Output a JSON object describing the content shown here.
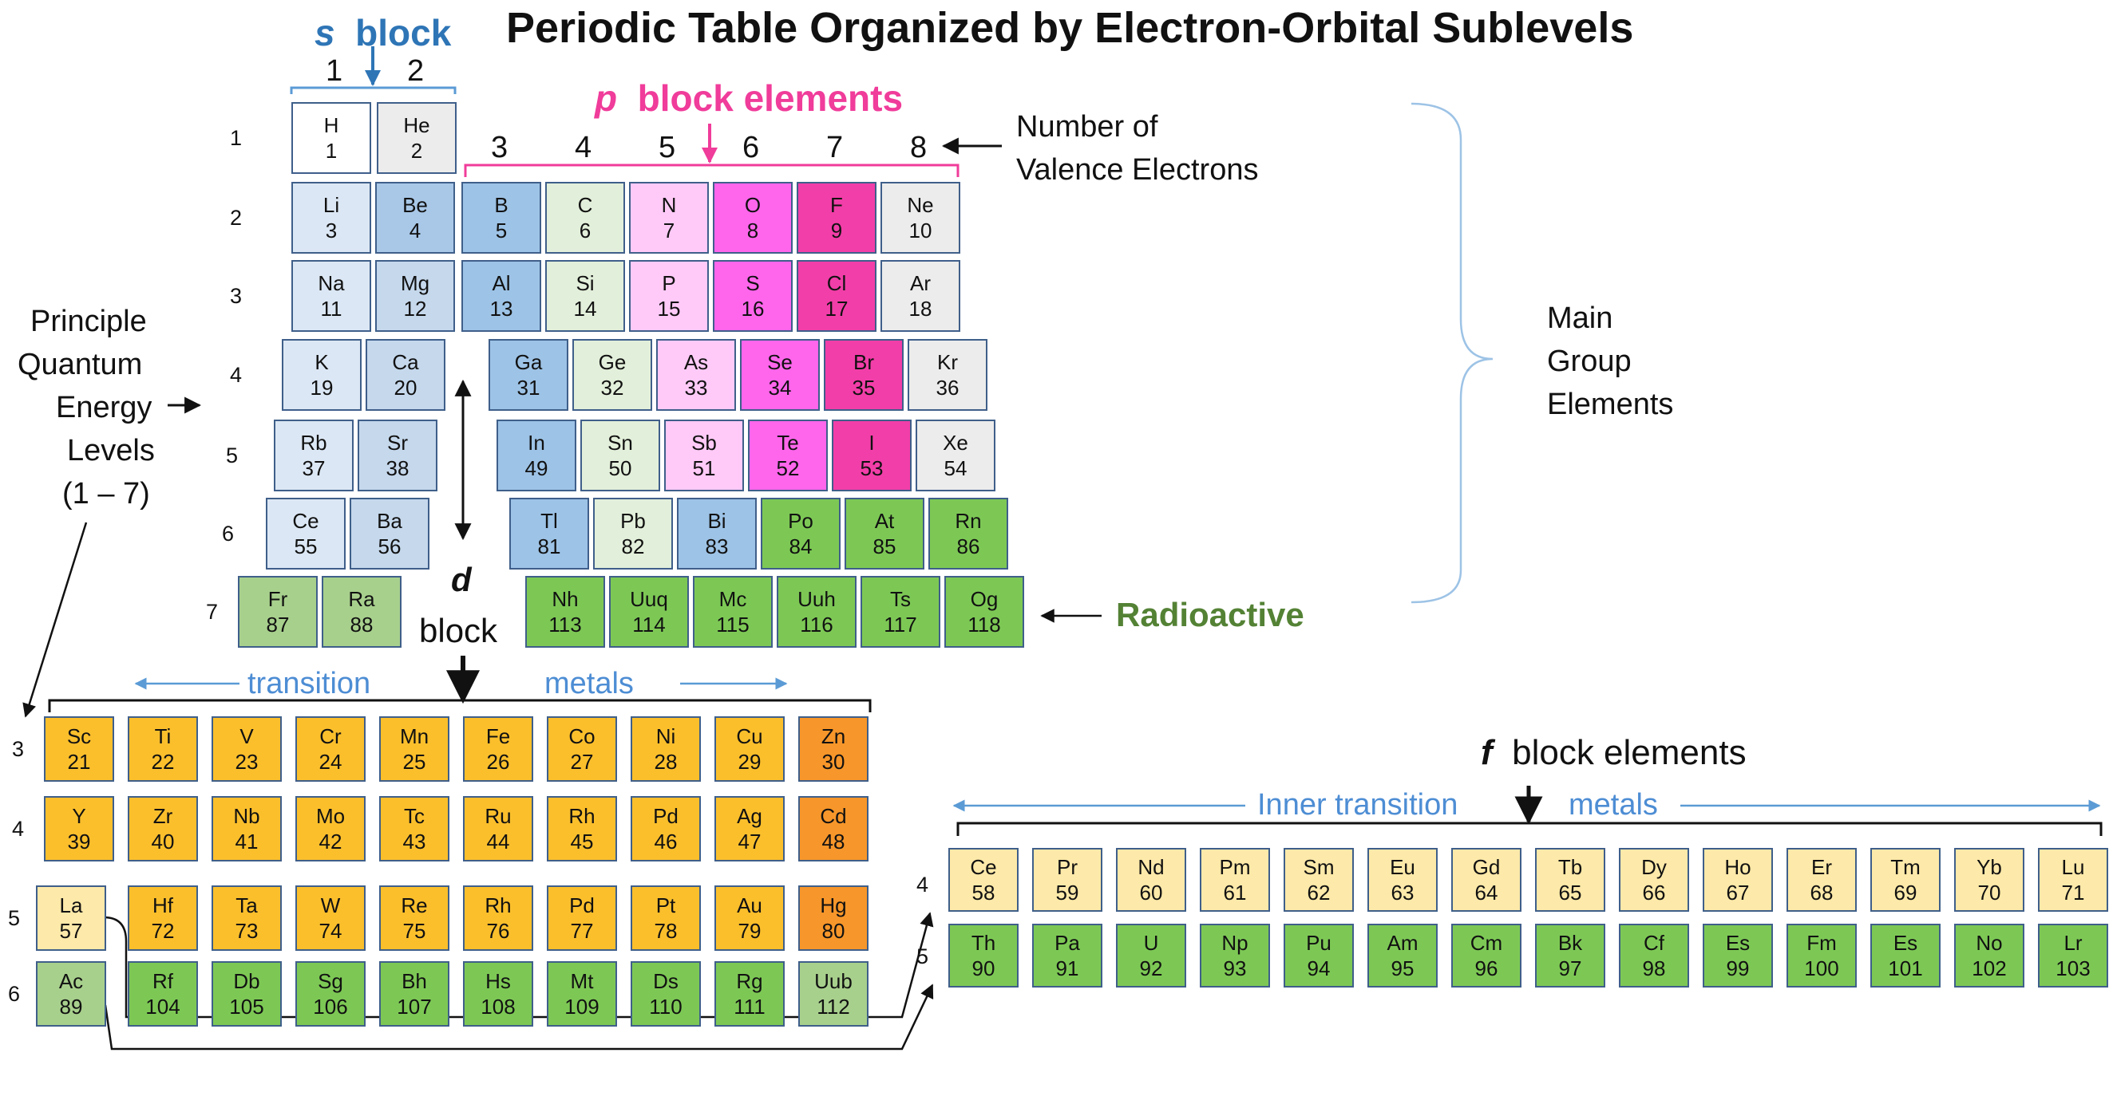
{
  "title": "Periodic Table Organized by Electron-Orbital Sublevels",
  "s_block": {
    "letter": "s",
    "word": "block",
    "group1": "1",
    "group2": "2"
  },
  "p_block": {
    "letter": "p",
    "word": "block elements",
    "groups": [
      "3",
      "4",
      "5",
      "6",
      "7",
      "8"
    ]
  },
  "d_block": {
    "letter": "d",
    "word": "block",
    "transition": "transition",
    "metals": "metals"
  },
  "f_block": {
    "letter": "f",
    "word": "block elements",
    "inner": "Inner transition",
    "metals": "metals"
  },
  "valence_label": [
    "Number of",
    "Valence Electrons"
  ],
  "main_group_label": [
    "Main",
    "Group",
    "Elements"
  ],
  "quantum_label": [
    "Principle",
    "Quantum",
    "Energy",
    "Levels",
    "(1 – 7)"
  ],
  "radioactive_label": "Radioactive",
  "main_rows": [
    "1",
    "2",
    "3",
    "4",
    "5",
    "6",
    "7"
  ],
  "d_rows": [
    "3",
    "4",
    "5",
    "6"
  ],
  "f_rows": [
    "4",
    "5"
  ],
  "colors": {
    "s": "#dbe7f4",
    "s_mid": "#c5d8ec",
    "p_blue": "#9dc3e6",
    "p_light_green": "#e2efda",
    "p_pink_light": "#ffcaf7",
    "p_pink": "#ff66ec",
    "p_magenta": "#f23ea8",
    "noble": "#ececec",
    "radio_green": "#7dc855",
    "soft_green": "#a8d08d",
    "d_orange": "#fbbf2c",
    "d_dark_orange": "#f7962a",
    "f_yellow": "#fde9a9",
    "white": "#ffffff",
    "title_s_blue": "#2e75b6",
    "p_pink_text": "#f03c9a",
    "radioactive_text": "#548235",
    "light_blue_text": "#5b9bd5"
  },
  "main_cells": [
    {
      "sym": "H",
      "num": "1",
      "color": "#ffffff"
    },
    {
      "sym": "He",
      "num": "2",
      "color": "#ececec"
    },
    {
      "sym": "Li",
      "num": "3",
      "color": "#dbe7f4"
    },
    {
      "sym": "Be",
      "num": "4",
      "color": "#a9c8e8"
    },
    {
      "sym": "B",
      "num": "5",
      "color": "#9dc3e6"
    },
    {
      "sym": "C",
      "num": "6",
      "color": "#e2efda"
    },
    {
      "sym": "N",
      "num": "7",
      "color": "#ffcaf7"
    },
    {
      "sym": "O",
      "num": "8",
      "color": "#ff66ec"
    },
    {
      "sym": "F",
      "num": "9",
      "color": "#f23ea8"
    },
    {
      "sym": "Ne",
      "num": "10",
      "color": "#ececec"
    },
    {
      "sym": "Na",
      "num": "11",
      "color": "#dbe7f4"
    },
    {
      "sym": "Mg",
      "num": "12",
      "color": "#c5d8ec"
    },
    {
      "sym": "Al",
      "num": "13",
      "color": "#9dc3e6"
    },
    {
      "sym": "Si",
      "num": "14",
      "color": "#e2efda"
    },
    {
      "sym": "P",
      "num": "15",
      "color": "#ffcaf7"
    },
    {
      "sym": "S",
      "num": "16",
      "color": "#ff66ec"
    },
    {
      "sym": "Cl",
      "num": "17",
      "color": "#f23ea8"
    },
    {
      "sym": "Ar",
      "num": "18",
      "color": "#ececec"
    },
    {
      "sym": "K",
      "num": "19",
      "color": "#dbe7f4"
    },
    {
      "sym": "Ca",
      "num": "20",
      "color": "#c5d8ec"
    },
    {
      "sym": "Ga",
      "num": "31",
      "color": "#9dc3e6"
    },
    {
      "sym": "Ge",
      "num": "32",
      "color": "#e2efda"
    },
    {
      "sym": "As",
      "num": "33",
      "color": "#ffcaf7"
    },
    {
      "sym": "Se",
      "num": "34",
      "color": "#ff66ec"
    },
    {
      "sym": "Br",
      "num": "35",
      "color": "#f23ea8"
    },
    {
      "sym": "Kr",
      "num": "36",
      "color": "#ececec"
    },
    {
      "sym": "Rb",
      "num": "37",
      "color": "#dbe7f4"
    },
    {
      "sym": "Sr",
      "num": "38",
      "color": "#c5d8ec"
    },
    {
      "sym": "In",
      "num": "49",
      "color": "#9dc3e6"
    },
    {
      "sym": "Sn",
      "num": "50",
      "color": "#e2efda"
    },
    {
      "sym": "Sb",
      "num": "51",
      "color": "#ffcaf7"
    },
    {
      "sym": "Te",
      "num": "52",
      "color": "#ff66ec"
    },
    {
      "sym": "I",
      "num": "53",
      "color": "#f23ea8"
    },
    {
      "sym": "Xe",
      "num": "54",
      "color": "#ececec"
    },
    {
      "sym": "Ce",
      "num": "55",
      "color": "#dbe7f4"
    },
    {
      "sym": "Ba",
      "num": "56",
      "color": "#c5d8ec"
    },
    {
      "sym": "Tl",
      "num": "81",
      "color": "#9dc3e6"
    },
    {
      "sym": "Pb",
      "num": "82",
      "color": "#e2efda"
    },
    {
      "sym": "Bi",
      "num": "83",
      "color": "#9dc3e6"
    },
    {
      "sym": "Po",
      "num": "84",
      "color": "#7dc855"
    },
    {
      "sym": "At",
      "num": "85",
      "color": "#7dc855"
    },
    {
      "sym": "Rn",
      "num": "86",
      "color": "#7dc855"
    },
    {
      "sym": "Fr",
      "num": "87",
      "color": "#a8d08d"
    },
    {
      "sym": "Ra",
      "num": "88",
      "color": "#a8d08d"
    },
    {
      "sym": "Nh",
      "num": "113",
      "color": "#7dc855"
    },
    {
      "sym": "Uuq",
      "num": "114",
      "color": "#7dc855"
    },
    {
      "sym": "Mc",
      "num": "115",
      "color": "#7dc855"
    },
    {
      "sym": "Uuh",
      "num": "116",
      "color": "#7dc855"
    },
    {
      "sym": "Ts",
      "num": "117",
      "color": "#7dc855"
    },
    {
      "sym": "Og",
      "num": "118",
      "color": "#7dc855"
    }
  ],
  "d_cells": [
    {
      "sym": "Sc",
      "num": "21",
      "color": "#fbbf2c"
    },
    {
      "sym": "Ti",
      "num": "22",
      "color": "#fbbf2c"
    },
    {
      "sym": "V",
      "num": "23",
      "color": "#fbbf2c"
    },
    {
      "sym": "Cr",
      "num": "24",
      "color": "#fbbf2c"
    },
    {
      "sym": "Mn",
      "num": "25",
      "color": "#fbbf2c"
    },
    {
      "sym": "Fe",
      "num": "26",
      "color": "#fbbf2c"
    },
    {
      "sym": "Co",
      "num": "27",
      "color": "#fbbf2c"
    },
    {
      "sym": "Ni",
      "num": "28",
      "color": "#fbbf2c"
    },
    {
      "sym": "Cu",
      "num": "29",
      "color": "#fbbf2c"
    },
    {
      "sym": "Zn",
      "num": "30",
      "color": "#f7962a"
    },
    {
      "sym": "Y",
      "num": "39",
      "color": "#fbbf2c"
    },
    {
      "sym": "Zr",
      "num": "40",
      "color": "#fbbf2c"
    },
    {
      "sym": "Nb",
      "num": "41",
      "color": "#fbbf2c"
    },
    {
      "sym": "Mo",
      "num": "42",
      "color": "#fbbf2c"
    },
    {
      "sym": "Tc",
      "num": "43",
      "color": "#fbbf2c"
    },
    {
      "sym": "Ru",
      "num": "44",
      "color": "#fbbf2c"
    },
    {
      "sym": "Rh",
      "num": "45",
      "color": "#fbbf2c"
    },
    {
      "sym": "Pd",
      "num": "46",
      "color": "#fbbf2c"
    },
    {
      "sym": "Ag",
      "num": "47",
      "color": "#fbbf2c"
    },
    {
      "sym": "Cd",
      "num": "48",
      "color": "#f7962a"
    },
    {
      "sym": "La",
      "num": "57",
      "color": "#fde9a9"
    },
    {
      "sym": "Hf",
      "num": "72",
      "color": "#fbbf2c"
    },
    {
      "sym": "Ta",
      "num": "73",
      "color": "#fbbf2c"
    },
    {
      "sym": "W",
      "num": "74",
      "color": "#fbbf2c"
    },
    {
      "sym": "Re",
      "num": "75",
      "color": "#fbbf2c"
    },
    {
      "sym": "Rh",
      "num": "76",
      "color": "#fbbf2c"
    },
    {
      "sym": "Pd",
      "num": "77",
      "color": "#fbbf2c"
    },
    {
      "sym": "Pt",
      "num": "78",
      "color": "#fbbf2c"
    },
    {
      "sym": "Au",
      "num": "79",
      "color": "#fbbf2c"
    },
    {
      "sym": "Hg",
      "num": "80",
      "color": "#f7962a"
    },
    {
      "sym": "Ac",
      "num": "89",
      "color": "#a8d08d"
    },
    {
      "sym": "Rf",
      "num": "104",
      "color": "#7dc855"
    },
    {
      "sym": "Db",
      "num": "105",
      "color": "#7dc855"
    },
    {
      "sym": "Sg",
      "num": "106",
      "color": "#7dc855"
    },
    {
      "sym": "Bh",
      "num": "107",
      "color": "#7dc855"
    },
    {
      "sym": "Hs",
      "num": "108",
      "color": "#7dc855"
    },
    {
      "sym": "Mt",
      "num": "109",
      "color": "#7dc855"
    },
    {
      "sym": "Ds",
      "num": "110",
      "color": "#7dc855"
    },
    {
      "sym": "Rg",
      "num": "111",
      "color": "#7dc855"
    },
    {
      "sym": "Uub",
      "num": "112",
      "color": "#a8d08d"
    }
  ],
  "f_cells": [
    {
      "sym": "Ce",
      "num": "58",
      "color": "#fde9a9"
    },
    {
      "sym": "Pr",
      "num": "59",
      "color": "#fde9a9"
    },
    {
      "sym": "Nd",
      "num": "60",
      "color": "#fde9a9"
    },
    {
      "sym": "Pm",
      "num": "61",
      "color": "#fde9a9"
    },
    {
      "sym": "Sm",
      "num": "62",
      "color": "#fde9a9"
    },
    {
      "sym": "Eu",
      "num": "63",
      "color": "#fde9a9"
    },
    {
      "sym": "Gd",
      "num": "64",
      "color": "#fde9a9"
    },
    {
      "sym": "Tb",
      "num": "65",
      "color": "#fde9a9"
    },
    {
      "sym": "Dy",
      "num": "66",
      "color": "#fde9a9"
    },
    {
      "sym": "Ho",
      "num": "67",
      "color": "#fde9a9"
    },
    {
      "sym": "Er",
      "num": "68",
      "color": "#fde9a9"
    },
    {
      "sym": "Tm",
      "num": "69",
      "color": "#fde9a9"
    },
    {
      "sym": "Yb",
      "num": "70",
      "color": "#fde9a9"
    },
    {
      "sym": "Lu",
      "num": "71",
      "color": "#fde9a9"
    },
    {
      "sym": "Th",
      "num": "90",
      "color": "#7dc855"
    },
    {
      "sym": "Pa",
      "num": "91",
      "color": "#7dc855"
    },
    {
      "sym": "U",
      "num": "92",
      "color": "#7dc855"
    },
    {
      "sym": "Np",
      "num": "93",
      "color": "#7dc855"
    },
    {
      "sym": "Pu",
      "num": "94",
      "color": "#7dc855"
    },
    {
      "sym": "Am",
      "num": "95",
      "color": "#7dc855"
    },
    {
      "sym": "Cm",
      "num": "96",
      "color": "#7dc855"
    },
    {
      "sym": "Bk",
      "num": "97",
      "color": "#7dc855"
    },
    {
      "sym": "Cf",
      "num": "98",
      "color": "#7dc855"
    },
    {
      "sym": "Es",
      "num": "99",
      "color": "#7dc855"
    },
    {
      "sym": "Fm",
      "num": "100",
      "color": "#7dc855"
    },
    {
      "sym": "Es",
      "num": "101",
      "color": "#7dc855"
    },
    {
      "sym": "No",
      "num": "102",
      "color": "#7dc855"
    },
    {
      "sym": "Lr",
      "num": "103",
      "color": "#7dc855"
    }
  ]
}
